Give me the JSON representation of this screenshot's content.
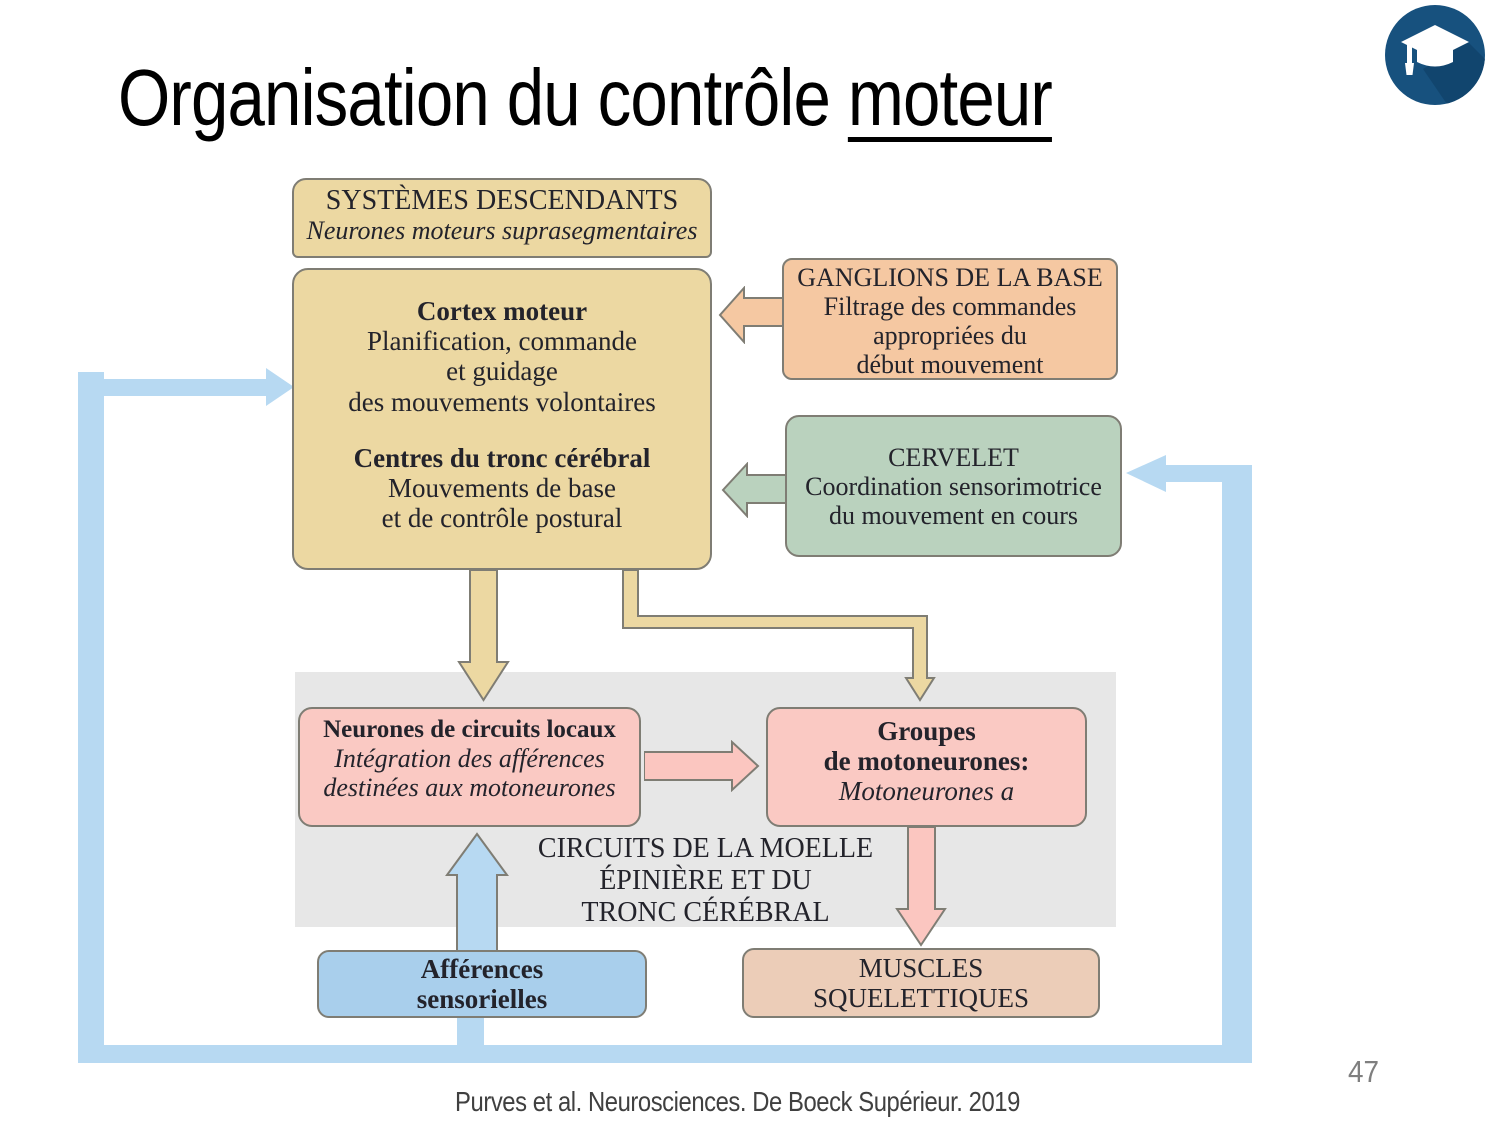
{
  "slide": {
    "title_prefix": "Organisation du contrôle ",
    "title_underlined": "moteur",
    "page_number": "47",
    "caption": "Purves et al. Neurosciences. De Boeck Supérieur. 2019"
  },
  "diagram": {
    "header_box": {
      "title": "SYSTÈMES DESCENDANTS",
      "subtitle": "Neurones moteurs suprasegmentaires"
    },
    "descending_box": {
      "cortex_title": "Cortex moteur",
      "cortex_lines": [
        "Planification, commande",
        "et guidage",
        "des mouvements volontaires"
      ],
      "brainstem_title": "Centres du tronc cérébral",
      "brainstem_lines": [
        "Mouvements de base",
        "et de contrôle postural"
      ]
    },
    "basal_ganglia_box": {
      "title": "GANGLIONS DE LA BASE",
      "lines": [
        "Filtrage des commandes",
        "appropriées du",
        "début mouvement"
      ]
    },
    "cerebellum_box": {
      "title": "CERVELET",
      "lines": [
        "Coordination sensorimotrice",
        "du mouvement en cours"
      ]
    },
    "spinal_band": {
      "lines": [
        "CIRCUITS DE LA MOELLE",
        "ÉPINIÈRE ET DU",
        "TRONC CÉRÉBRAL"
      ]
    },
    "local_circuit_box": {
      "title": "Neurones de circuits locaux",
      "lines": [
        "Intégration des afférences",
        "destinées aux motoneurones"
      ]
    },
    "motoneuron_box": {
      "title_lines": [
        "Groupes",
        "de motoneurones:"
      ],
      "subtitle": "Motoneurones a"
    },
    "sensory_box": {
      "lines": [
        "Afférences",
        "sensorielles"
      ]
    },
    "muscles_box": {
      "lines": [
        "MUSCLES",
        "SQUELETTIQUES"
      ]
    }
  },
  "colors": {
    "tan": "#ecd8a2",
    "salmon": "#f5c8a2",
    "green": "#bad2be",
    "pink": "#fac9c3",
    "pink_arrow": "#fbc6c0",
    "muscles": "#eccdb8",
    "sensory_blue": "#a9cfec",
    "loop_blue": "#b7d9f2",
    "band_gray": "#e7e7e7",
    "border_gray": "#7f7d74",
    "text_dark": "#23232b",
    "logo_blue": "#17517e",
    "logo_shadow": "#11436b",
    "caption_gray": "#404040",
    "pagenum_gray": "#7f7f7f"
  }
}
